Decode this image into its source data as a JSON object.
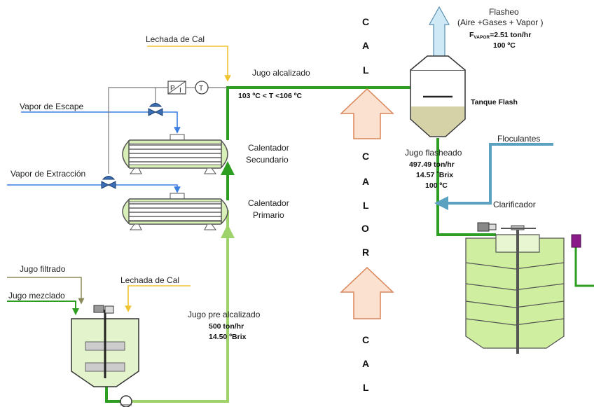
{
  "labels": {
    "lechada_top": "Lechada de Cal",
    "jugo_alcalizado": "Jugo alcalizado",
    "temp_range": "103 ºC < T <106 ºC",
    "vapor_escape": "Vapor de  Escape",
    "vapor_extraccion": "Vapor de  Extracción",
    "calentador_sec_1": "Calentador",
    "calentador_sec_2": "Secundario",
    "calentador_pri_1": "Calentador",
    "calentador_pri_2": "Primario",
    "jugo_filtrado": "Jugo filtrado",
    "jugo_mezclado": "Jugo mezclado",
    "lechada_bottom": "Lechada de Cal",
    "jugo_pre": "Jugo pre alcalizado",
    "pre_flow": "500 ton/hr",
    "pre_brix": "14.50 ºBrix",
    "controller_p": "P",
    "controller_i": "I",
    "transmitter_t": "T",
    "flasheo": "Flasheo",
    "flasheo_comp": "(Aire +Gases + Vapor )",
    "f_vapor_f": "F",
    "f_vapor_sub": "VAPOR",
    "f_vapor_val": "=2.51 ton/hr",
    "flash_temp": "100 ºC",
    "tanque_flash": "Tanque Flash",
    "jugo_flasheado": "Jugo flasheado",
    "flash_flow": "497.49 ton/hr",
    "flash_brix": "14.57 ˚Brix",
    "flash_out_temp": "100 ºC",
    "floculantes": "Floculantes",
    "clarificador": "Clarificador"
  },
  "side_text": {
    "cal_top": [
      "C",
      "A",
      "L"
    ],
    "calor": [
      "C",
      "A",
      "L",
      "O",
      "R"
    ],
    "cal_bottom": [
      "C",
      "A",
      "L"
    ]
  },
  "colors": {
    "dark_green": "#2e9e22",
    "light_green": "#9ed26a",
    "steam_blue": "#3b7de0",
    "lime_yellow": "#f0c330",
    "floc_blue": "#5aa2c0",
    "vessel_fill": "#e3f3cc",
    "arrow_fill": "#fbe1cf",
    "arrow_stroke": "#d9865a",
    "flash_liquid": "#d6d2a8",
    "motor_purple": "#8a1a8a"
  }
}
